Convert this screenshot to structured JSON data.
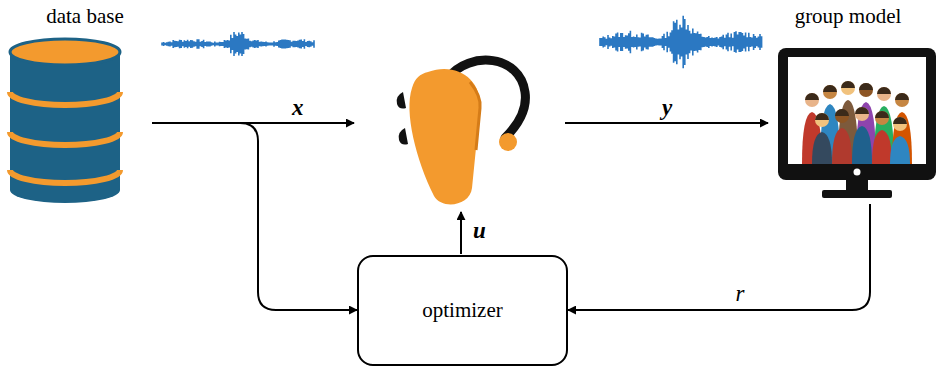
{
  "diagram": {
    "nodes": [
      {
        "text": [
          "data base"
        ]
      },
      {
        "text": [
          "group model"
        ]
      },
      {
        "text": [
          "optimizer"
        ]
      }
    ],
    "edges": [
      {
        "from": 0,
        "to": 2,
        "arrow": "to"
      },
      {
        "from": 1,
        "to": 2,
        "label": "r",
        "arrow": "to"
      }
    ],
    "labels": [
      "x",
      "y",
      "u"
    ]
  }
}
